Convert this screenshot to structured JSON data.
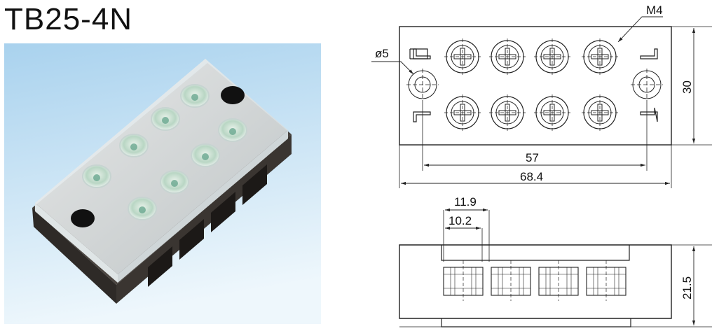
{
  "product": {
    "title": "TB25-4N"
  },
  "photo": {
    "subject": "terminal block with transparent cover",
    "terminals": 8
  },
  "drawing": {
    "top_view": {
      "hole_label": "ø5",
      "screw_label": "M4",
      "height_label": "30",
      "pitch_label": "57",
      "length_label": "68.4"
    },
    "side_view": {
      "dim_outer_label": "11.9",
      "dim_inner_label": "10.2",
      "height_label": "21.5"
    }
  },
  "colors": {
    "photo_bg_top": "#bcdcf0",
    "photo_bg_bottom": "#eef7fc",
    "base": "#3f3a35",
    "line": "#222222"
  }
}
